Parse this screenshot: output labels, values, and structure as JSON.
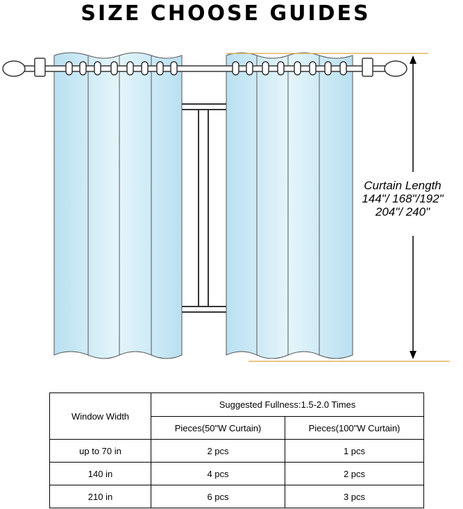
{
  "title": "SIZE CHOOSE GUIDES",
  "curtain_length": {
    "label": "Curtain Length",
    "sizes_line1": "144\"/ 168\"/192\"",
    "sizes_line2": "204\"/ 240\""
  },
  "colors": {
    "curtain_fill": "#cdebf6",
    "curtain_stroke": "#555555",
    "guide_line": "#e0b35a",
    "rod": "#ffffff",
    "outline": "#333333"
  },
  "table": {
    "window_width_header": "Window Width",
    "fullness_header": "Suggested Fullness:1.5-2.0 Times",
    "col_50": "Pieces(50\"W Curtain)",
    "col_100": "Pieces(100\"W Curtain)",
    "rows": [
      {
        "width": "up to 70 in",
        "p50": "2 pcs",
        "p100": "1 pcs"
      },
      {
        "width": "140 in",
        "p50": "4 pcs",
        "p100": "2 pcs"
      },
      {
        "width": "210 in",
        "p50": "6 pcs",
        "p100": "3 pcs"
      }
    ]
  }
}
